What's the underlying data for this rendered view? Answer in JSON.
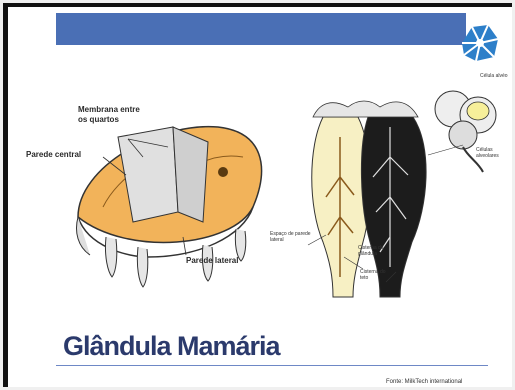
{
  "slide": {
    "title": "Glândula Mamária",
    "source": "Fonte: MilkTech international"
  },
  "left_figure": {
    "labels": {
      "membrane": "Membrana entre\nos quartos",
      "central_wall": "Parede central",
      "lateral_wall": "Parede lateral"
    }
  },
  "right_figure": {
    "labels": {
      "alveolus": "Célula alvéo",
      "alveoli": "Células\nalveolares",
      "lateral_tissue": "Espaço de parede\nlateral",
      "cistern_gland": "Cisterna da\nglândula",
      "cistern_teat": "Cisterna do\nteto"
    }
  },
  "colors": {
    "bar": "#4a6fb5",
    "title": "#2b3a6c",
    "udder_fill": "#f2b35a"
  }
}
